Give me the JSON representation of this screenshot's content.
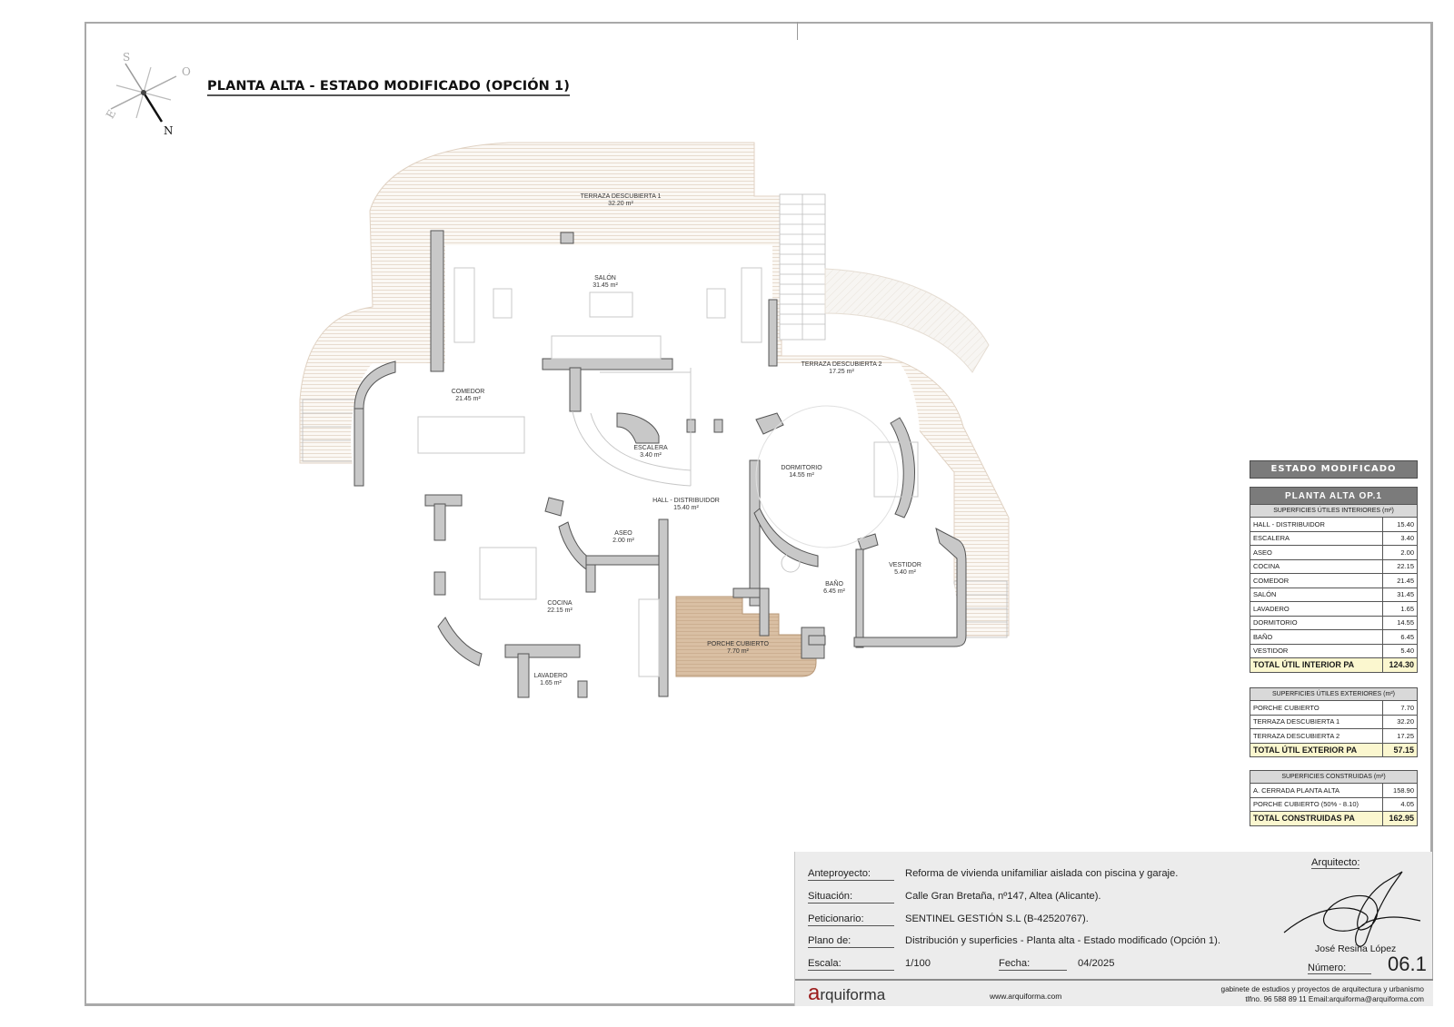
{
  "plan": {
    "title": "PLANTA ALTA - ESTADO MODIFICADO (OPCIÓN 1)",
    "compass": {
      "icon": "compass-rose-icon",
      "labels": {
        "north": "N",
        "south": "S",
        "east": "E",
        "west": "O"
      }
    },
    "rooms": [
      {
        "id": "terraza-1",
        "name": "TERRAZA DESCUBIERTA 1",
        "area": "32.20 m²"
      },
      {
        "id": "salon",
        "name": "SALÓN",
        "area": "31.45 m²"
      },
      {
        "id": "terraza-2",
        "name": "TERRAZA DESCUBIERTA 2",
        "area": "17.25 m²"
      },
      {
        "id": "comedor",
        "name": "COMEDOR",
        "area": "21.45 m²"
      },
      {
        "id": "escalera",
        "name": "ESCALERA",
        "area": "3.40 m²"
      },
      {
        "id": "dormitorio",
        "name": "DORMITORIO",
        "area": "14.55 m²"
      },
      {
        "id": "hall",
        "name": "HALL - DISTRIBUIDOR",
        "area": "15.40 m²"
      },
      {
        "id": "aseo",
        "name": "ASEO",
        "area": "2.00 m²"
      },
      {
        "id": "cocina",
        "name": "COCINA",
        "area": "22.15 m²"
      },
      {
        "id": "bano",
        "name": "BAÑO",
        "area": "6.45 m²"
      },
      {
        "id": "vestidor",
        "name": "VESTIDOR",
        "area": "5.40 m²"
      },
      {
        "id": "porche",
        "name": "PORCHE CUBIERTO",
        "area": "7.70 m²"
      },
      {
        "id": "lavadero",
        "name": "LAVADERO",
        "area": "1.65 m²"
      }
    ],
    "colors": {
      "wall": "#c8c8c8",
      "wall_stroke": "#555555",
      "deck": "#d9bfa3",
      "terrace_hatch": "#e3d6c8"
    }
  },
  "summary": {
    "header": "ESTADO MODIFICADO",
    "section": "PLANTA ALTA OP.1",
    "interior": {
      "caption": "SUPERFICIES ÚTILES INTERIORES (m²)",
      "rows": [
        {
          "label": "HALL - DISTRIBUIDOR",
          "value": "15.40"
        },
        {
          "label": "ESCALERA",
          "value": "3.40"
        },
        {
          "label": "ASEO",
          "value": "2.00"
        },
        {
          "label": "COCINA",
          "value": "22.15"
        },
        {
          "label": "COMEDOR",
          "value": "21.45"
        },
        {
          "label": "SALÓN",
          "value": "31.45"
        },
        {
          "label": "LAVADERO",
          "value": "1.65"
        },
        {
          "label": "DORMITORIO",
          "value": "14.55"
        },
        {
          "label": "BAÑO",
          "value": "6.45"
        },
        {
          "label": "VESTIDOR",
          "value": "5.40"
        }
      ],
      "total": {
        "label": "TOTAL ÚTIL INTERIOR PA",
        "value": "124.30"
      }
    },
    "exterior": {
      "caption": "SUPERFICIES ÚTILES EXTERIORES (m²)",
      "rows": [
        {
          "label": "PORCHE CUBIERTO",
          "value": "7.70"
        },
        {
          "label": "TERRAZA DESCUBIERTA 1",
          "value": "32.20"
        },
        {
          "label": "TERRAZA DESCUBIERTA 2",
          "value": "17.25"
        }
      ],
      "total": {
        "label": "TOTAL ÚTIL EXTERIOR PA",
        "value": "57.15"
      }
    },
    "built": {
      "caption": "SUPERFICIES CONSTRUIDAS (m²)",
      "rows": [
        {
          "label": "A. CERRADA PLANTA ALTA",
          "value": "158.90"
        },
        {
          "label": "PORCHE CUBIERTO (50% - 8.10)",
          "value": "4.05"
        }
      ],
      "total": {
        "label": "TOTAL CONSTRUIDAS PA",
        "value": "162.95"
      }
    }
  },
  "title_block": {
    "fields": [
      {
        "key": "Anteproyecto:",
        "value": "Reforma de vivienda unifamiliar aislada con piscina y garaje."
      },
      {
        "key": "Situación:",
        "value": "Calle Gran Bretaña, nº147, Altea (Alicante)."
      },
      {
        "key": "Peticionario:",
        "value": "SENTINEL GESTIÓN S.L (B-42520767)."
      },
      {
        "key": "Plano de:",
        "value": "Distribución y superficies - Planta alta - Estado modificado (Opción 1)."
      }
    ],
    "scale_label": "Escala:",
    "scale_value": "1/100",
    "date_label": "Fecha:",
    "date_value": "04/2025",
    "architect_label": "Arquitecto:",
    "architect_name": "José Resina López",
    "number_label": "Número:",
    "number_value": "06.1",
    "logo": {
      "initial": "a",
      "rest": "rquiforma",
      "color": "#9b1b1b"
    },
    "website": "www.arquiforma.com",
    "tagline": "gabinete de estudios y proyectos de arquitectura y urbanismo",
    "contact": "tlfno. 96 588 89 11  Email:arquiforma@arquiforma.com"
  }
}
